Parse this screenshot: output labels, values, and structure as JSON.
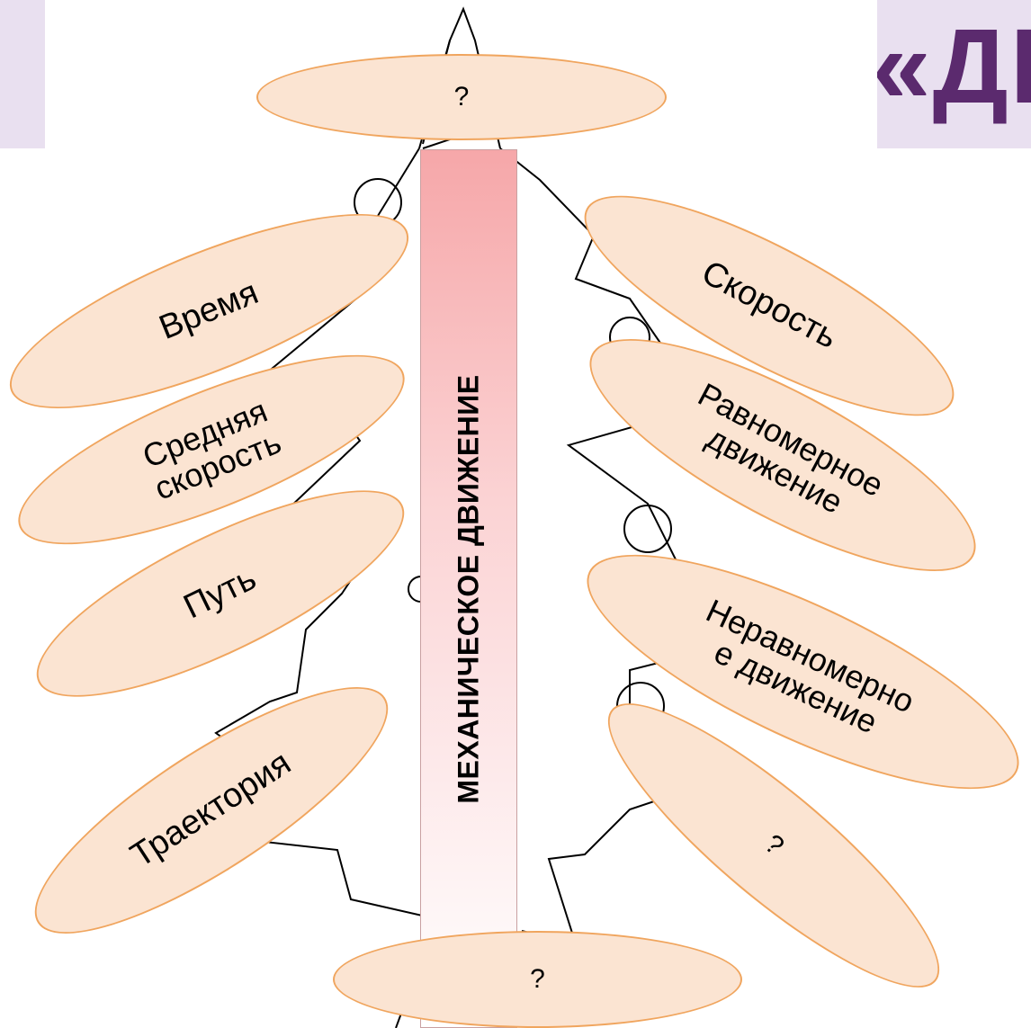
{
  "title_fragment": "«ДЕ",
  "trunk_label": "МЕХАНИЧЕСКОЕ ДВИЖЕНИЕ",
  "top_oval": "?",
  "left_ovals": [
    "Время",
    "Средняя\nскорость",
    "Путь",
    "Траектория"
  ],
  "right_ovals": [
    "Скорость",
    "Равномерное\nдвижение",
    "Неравномерно\nе движение",
    "?"
  ],
  "bottom_oval": "?",
  "colors": {
    "oval_fill": "#fbe4d2",
    "oval_border": "#f0a55e",
    "trunk_top": "#f6a7a9",
    "title": "#5b2a6e",
    "background_panel": "#e9e0f0"
  }
}
